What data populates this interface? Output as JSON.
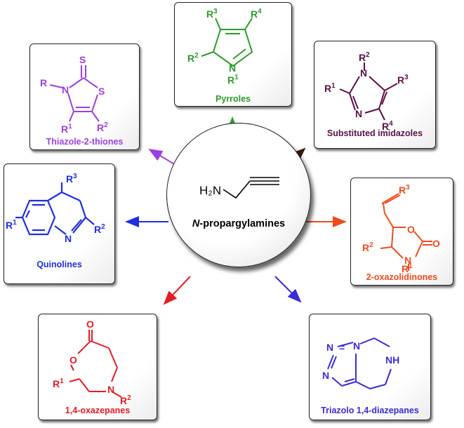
{
  "center": {
    "title_prefix": "N",
    "title_rest": "-propargylamines",
    "amine": "H₂N"
  },
  "products": [
    {
      "key": "pyrroles",
      "label": "Pyrroles",
      "color": "#2e9a2e"
    },
    {
      "key": "thiazole",
      "label": "Thiazole-2-thiones",
      "color": "#9b3fe0"
    },
    {
      "key": "imidazoles",
      "label": "Substituted imidazoles",
      "color": "#5a1048"
    },
    {
      "key": "quinolines",
      "label": "Quinolines",
      "color": "#1f2ee0"
    },
    {
      "key": "oxazolidinones",
      "label": "2-oxazolidinones",
      "color": "#f04a1c"
    },
    {
      "key": "oxazepanes",
      "label": "1,4-oxazepanes",
      "color": "#e51b24"
    },
    {
      "key": "triazolo",
      "label": "Triazolo 1,4-diazepanes",
      "color": "#3a2bd6"
    }
  ],
  "atoms": {
    "R1": "R",
    "R2": "R",
    "R3": "R",
    "R4": "R",
    "sup1": "1",
    "sup2": "2",
    "sup3": "3",
    "sup4": "4",
    "N": "N",
    "S": "S",
    "O": "O",
    "NH": "NH"
  }
}
